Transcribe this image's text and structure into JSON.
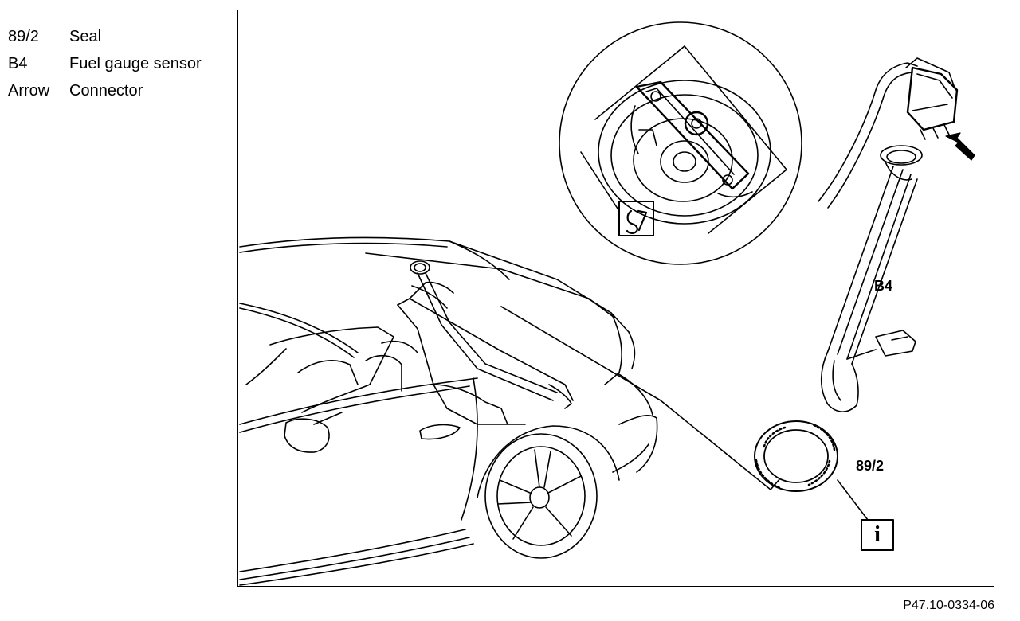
{
  "legend": [
    {
      "code": "89/2",
      "desc": "Seal"
    },
    {
      "code": "B4",
      "desc": "Fuel gauge sensor"
    },
    {
      "code": "Arrow",
      "desc": "Connector"
    }
  ],
  "callouts": {
    "b4": "B4",
    "seal": "89/2",
    "info_symbol": "i"
  },
  "figure_ref": "P47.10-0334-06",
  "colors": {
    "ink": "#000000",
    "paper": "#ffffff"
  }
}
